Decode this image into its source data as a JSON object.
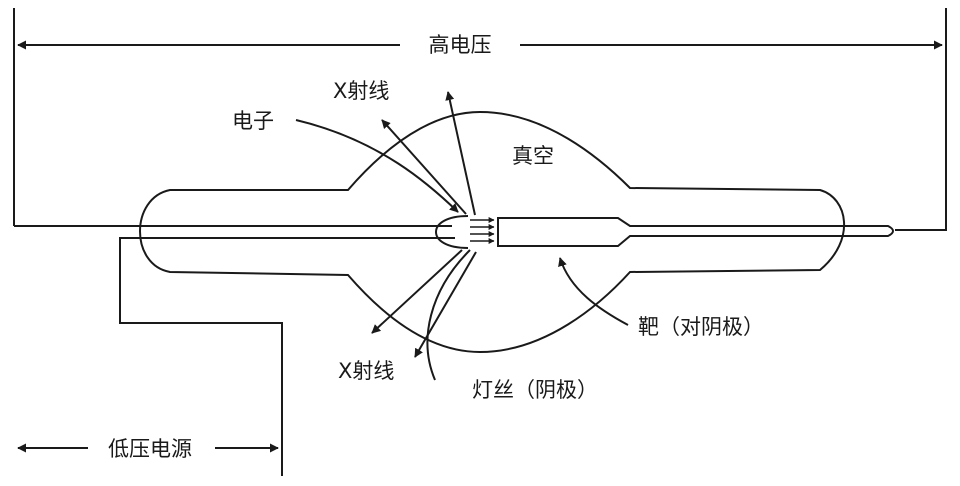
{
  "labels": {
    "high_voltage": "高电压",
    "low_voltage_supply": "低压电源",
    "vacuum": "真空",
    "electrons": "电子",
    "xray_top": "X射线",
    "xray_bottom": "X射线",
    "target_anode": "靶（对阴极）",
    "filament_cathode": "灯丝（阴极）"
  }
}
